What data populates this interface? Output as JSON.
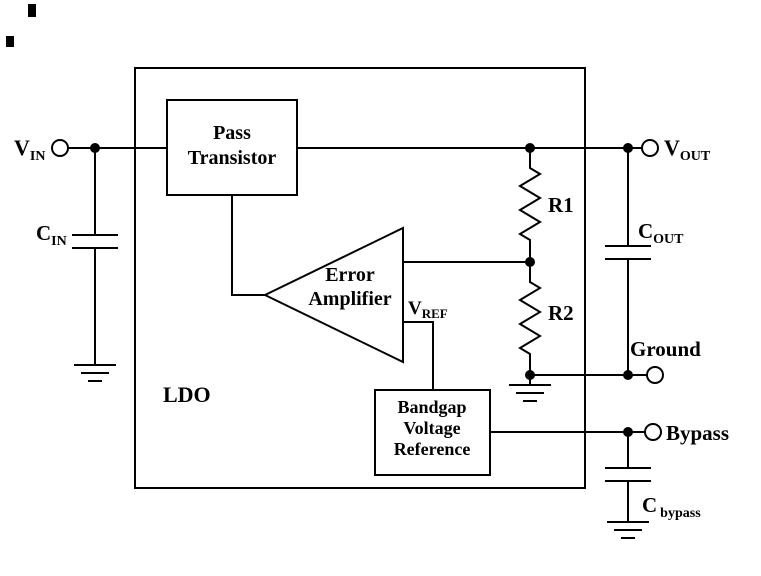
{
  "figure": {
    "background": "#ffffff",
    "line_color": "#000000",
    "terminals": {
      "vin": {
        "main": "V",
        "sub": "IN"
      },
      "vout": {
        "main": "V",
        "sub": "OUT"
      },
      "ground": "Ground",
      "bypass": "Bypass"
    },
    "components": {
      "cin": {
        "main": "C",
        "sub": "IN"
      },
      "cout": {
        "main": "C",
        "sub": "OUT"
      },
      "cbypass": {
        "main": "C",
        "sub": "bypass"
      },
      "r1": "R1",
      "r2": "R2",
      "vref": {
        "main": "V",
        "sub": "REF"
      },
      "ldo": "LDO"
    },
    "blocks": {
      "pass_transistor": {
        "line1": "Pass",
        "line2": "Transistor"
      },
      "error_amplifier": {
        "line1": "Error",
        "line2": "Amplifier"
      },
      "bandgap": {
        "line1": "Bandgap",
        "line2": "Voltage",
        "line3": "Reference"
      }
    }
  }
}
